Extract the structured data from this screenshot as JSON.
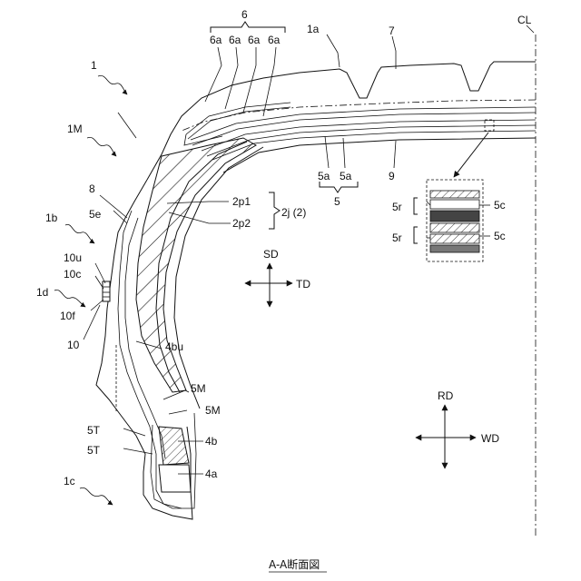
{
  "labels": {
    "l1": "1",
    "l1M": "1M",
    "l1a": "1a",
    "l1b": "1b",
    "l1c": "1c",
    "l1d": "1d",
    "l6": "6",
    "l6a1": "6a",
    "l6a2": "6a",
    "l6a3": "6a",
    "l6a4": "6a",
    "l7": "7",
    "lCL": "CL",
    "l8": "8",
    "l5e": "5e",
    "l10u": "10u",
    "l10c": "10c",
    "l10f": "10f",
    "l10": "10",
    "l2p1": "2p1",
    "l2p2": "2p2",
    "l2j": "2j (2)",
    "l5a1": "5a",
    "l5a2": "5a",
    "l5": "5",
    "l9": "9",
    "l5r1": "5r",
    "l5r2": "5r",
    "l5c1": "5c",
    "l5c2": "5c",
    "l4bu": "4bu",
    "l5M1": "5M",
    "l5M2": "5M",
    "l5T1": "5T",
    "l5T2": "5T",
    "l4b": "4b",
    "l4a": "4a"
  },
  "axes": {
    "sd": "SD",
    "td": "TD",
    "rd": "RD",
    "wd": "WD"
  },
  "caption": "A-A断面図"
}
